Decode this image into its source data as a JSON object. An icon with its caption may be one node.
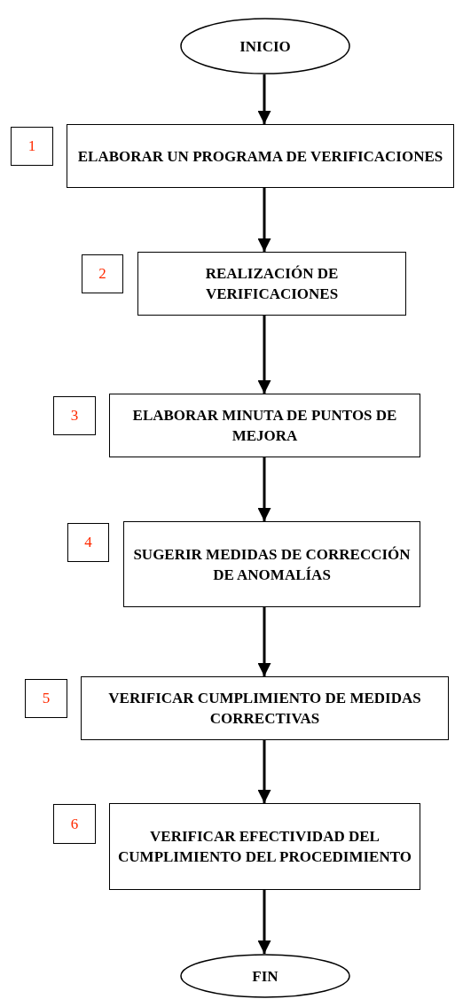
{
  "diagram": {
    "nodes": [
      {
        "text": [
          "INICIO"
        ]
      },
      {
        "text": [
          "1"
        ]
      },
      {
        "text": [
          "ELABORAR UN PROGRAMA DE VERIFICACIONES"
        ]
      },
      {
        "text": [
          "2"
        ]
      },
      {
        "text": [
          "REALIZACIÓN DE VERIFICACIONES"
        ]
      },
      {
        "text": [
          "3"
        ]
      },
      {
        "text": [
          "ELABORAR MINUTA DE PUNTOS DE MEJORA"
        ]
      },
      {
        "text": [
          "4"
        ]
      },
      {
        "text": [
          "SUGERIR MEDIDAS DE CORRECCIÓN DE ANOMALÍAS"
        ]
      },
      {
        "text": [
          "5"
        ]
      },
      {
        "text": [
          "VERIFICAR CUMPLIMIENTO DE MEDIDAS CORRECTIVAS"
        ]
      },
      {
        "text": [
          "6"
        ]
      },
      {
        "text": [
          "VERIFICAR EFECTIVIDAD DEL CUMPLIMIENTO DEL PROCEDIMIENTO"
        ]
      },
      {
        "text": [
          "FIN"
        ]
      }
    ],
    "edges": [
      {
        "from": 0,
        "to": 2,
        "arrow": "to"
      },
      {
        "from": 2,
        "to": 4,
        "arrow": "to"
      },
      {
        "from": 4,
        "to": 6,
        "arrow": "to"
      },
      {
        "from": 6,
        "to": 8,
        "arrow": "to"
      },
      {
        "from": 8,
        "to": 10,
        "arrow": "to"
      },
      {
        "from": 10,
        "to": 12,
        "arrow": "to"
      },
      {
        "from": 12,
        "to": 13,
        "arrow": "to"
      }
    ]
  }
}
